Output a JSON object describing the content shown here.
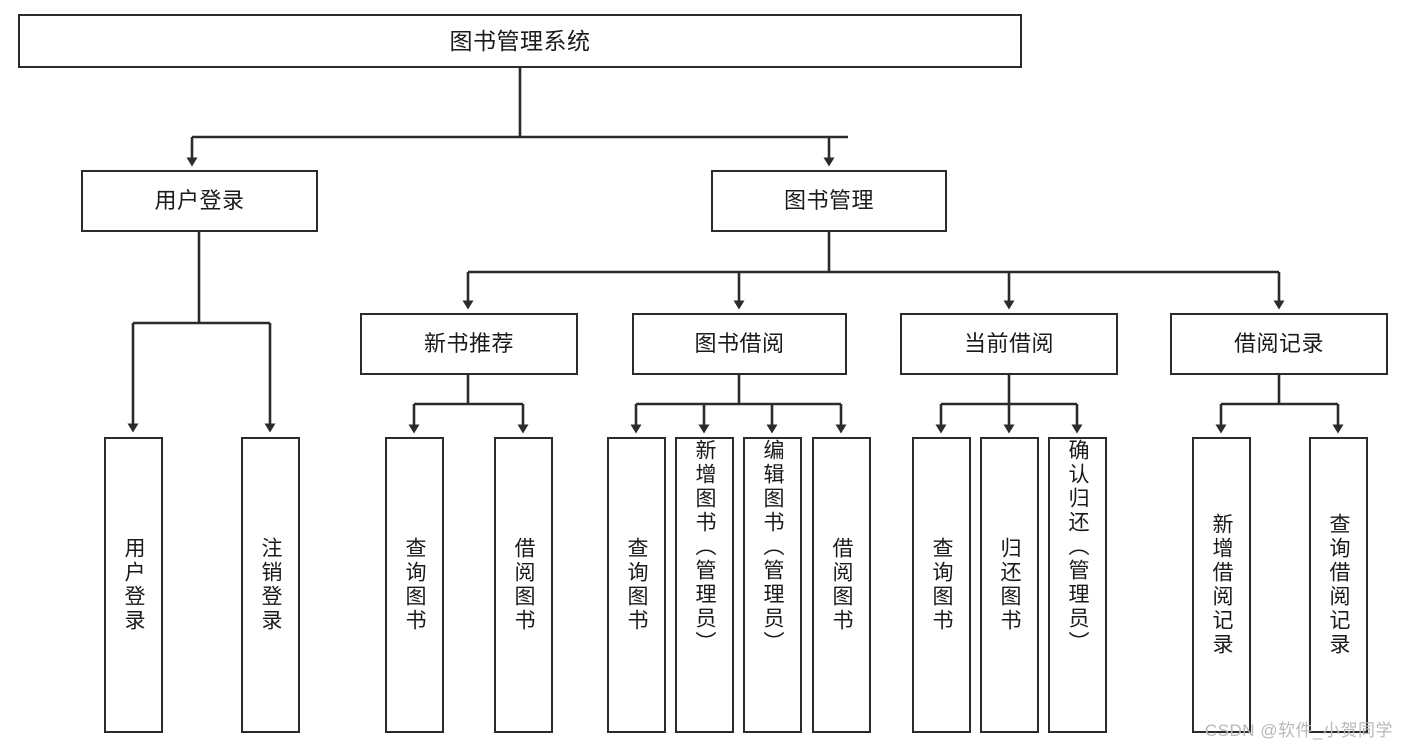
{
  "diagram": {
    "type": "tree-hierarchy",
    "title": "图书管理系统",
    "watermark": "CSDN @软件_小贺同学",
    "colors": {
      "box_border": "#2b2b2b",
      "box_fill": "#ffffff",
      "edge": "#2b2b2b",
      "text": "#1a1a1a",
      "watermark": "#b8b8b8"
    },
    "nodes": {
      "root": {
        "label": "图书管理系统",
        "level": 1
      },
      "user_login": {
        "label": "用户登录",
        "level": 2
      },
      "book_manage": {
        "label": "图书管理",
        "level": 2
      },
      "new_book_rec": {
        "label": "新书推荐",
        "level": 3
      },
      "book_borrow": {
        "label": "图书借阅",
        "level": 3
      },
      "current_borrow": {
        "label": "当前借阅",
        "level": 3
      },
      "borrow_record": {
        "label": "借阅记录",
        "level": 3
      },
      "leaf_user_login": {
        "label": "用户登录",
        "level": 4
      },
      "leaf_logout": {
        "label": "注销登录",
        "level": 4
      },
      "leaf_query_book_1": {
        "label": "查询图书",
        "level": 4
      },
      "leaf_borrow_book_1": {
        "label": "借阅图书",
        "level": 4
      },
      "leaf_query_book_2": {
        "label": "查询图书",
        "level": 4
      },
      "leaf_add_book": {
        "label": "新增图书（管理员）",
        "level": 4
      },
      "leaf_edit_book": {
        "label": "编辑图书（管理员）",
        "level": 4
      },
      "leaf_borrow_book_2": {
        "label": "借阅图书",
        "level": 4
      },
      "leaf_query_book_3": {
        "label": "查询图书",
        "level": 4
      },
      "leaf_return_book": {
        "label": "归还图书",
        "level": 4
      },
      "leaf_confirm_return": {
        "label": "确认归还（管理员）",
        "level": 4
      },
      "leaf_add_record": {
        "label": "新增借阅记录",
        "level": 4
      },
      "leaf_query_record": {
        "label": "查询借阅记录",
        "level": 4
      }
    },
    "edges": [
      {
        "from": "root",
        "to": "user_login"
      },
      {
        "from": "root",
        "to": "book_manage"
      },
      {
        "from": "user_login",
        "to": "leaf_user_login"
      },
      {
        "from": "user_login",
        "to": "leaf_logout"
      },
      {
        "from": "book_manage",
        "to": "new_book_rec"
      },
      {
        "from": "book_manage",
        "to": "book_borrow"
      },
      {
        "from": "book_manage",
        "to": "current_borrow"
      },
      {
        "from": "book_manage",
        "to": "borrow_record"
      },
      {
        "from": "new_book_rec",
        "to": "leaf_query_book_1"
      },
      {
        "from": "new_book_rec",
        "to": "leaf_borrow_book_1"
      },
      {
        "from": "book_borrow",
        "to": "leaf_query_book_2"
      },
      {
        "from": "book_borrow",
        "to": "leaf_add_book"
      },
      {
        "from": "book_borrow",
        "to": "leaf_edit_book"
      },
      {
        "from": "book_borrow",
        "to": "leaf_borrow_book_2"
      },
      {
        "from": "current_borrow",
        "to": "leaf_query_book_3"
      },
      {
        "from": "current_borrow",
        "to": "leaf_return_book"
      },
      {
        "from": "current_borrow",
        "to": "leaf_confirm_return"
      },
      {
        "from": "borrow_record",
        "to": "leaf_add_record"
      },
      {
        "from": "borrow_record",
        "to": "leaf_query_record"
      }
    ]
  }
}
